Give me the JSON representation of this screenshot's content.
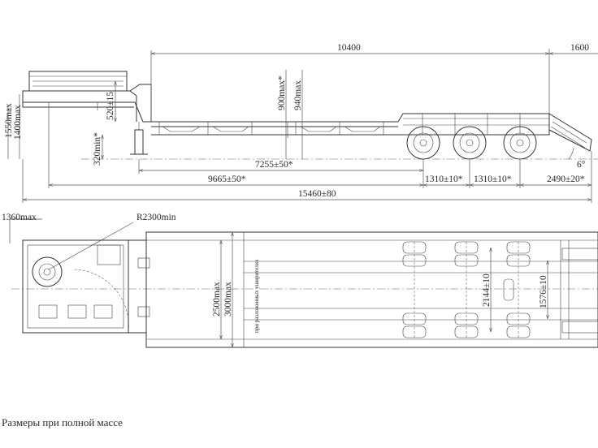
{
  "side_view": {
    "dims": {
      "len_10400": "10400",
      "len_1600": "1600",
      "h_900": "900max*",
      "h_940": "940max",
      "h_520": "520±15",
      "h_1550": "1550max",
      "h_1400": "1400max",
      "h_320": "320min*",
      "len_7255": "7255±50*",
      "len_9665": "9665±50*",
      "axle_1310_a": "1310±10*",
      "axle_1310_b": "1310±10*",
      "len_2490": "2490±20*",
      "total_15460": "15460±80",
      "angle": "6°"
    }
  },
  "top_view": {
    "dims": {
      "w_1360": "1360max",
      "radius": "R2300min",
      "w_2500": "2500max",
      "w_3000": "3000max",
      "w_3000_note": "при разложенных уширителях",
      "track_2144": "2144±10",
      "track_1576": "1576±10"
    }
  },
  "footnote": "Размеры при полной массе"
}
